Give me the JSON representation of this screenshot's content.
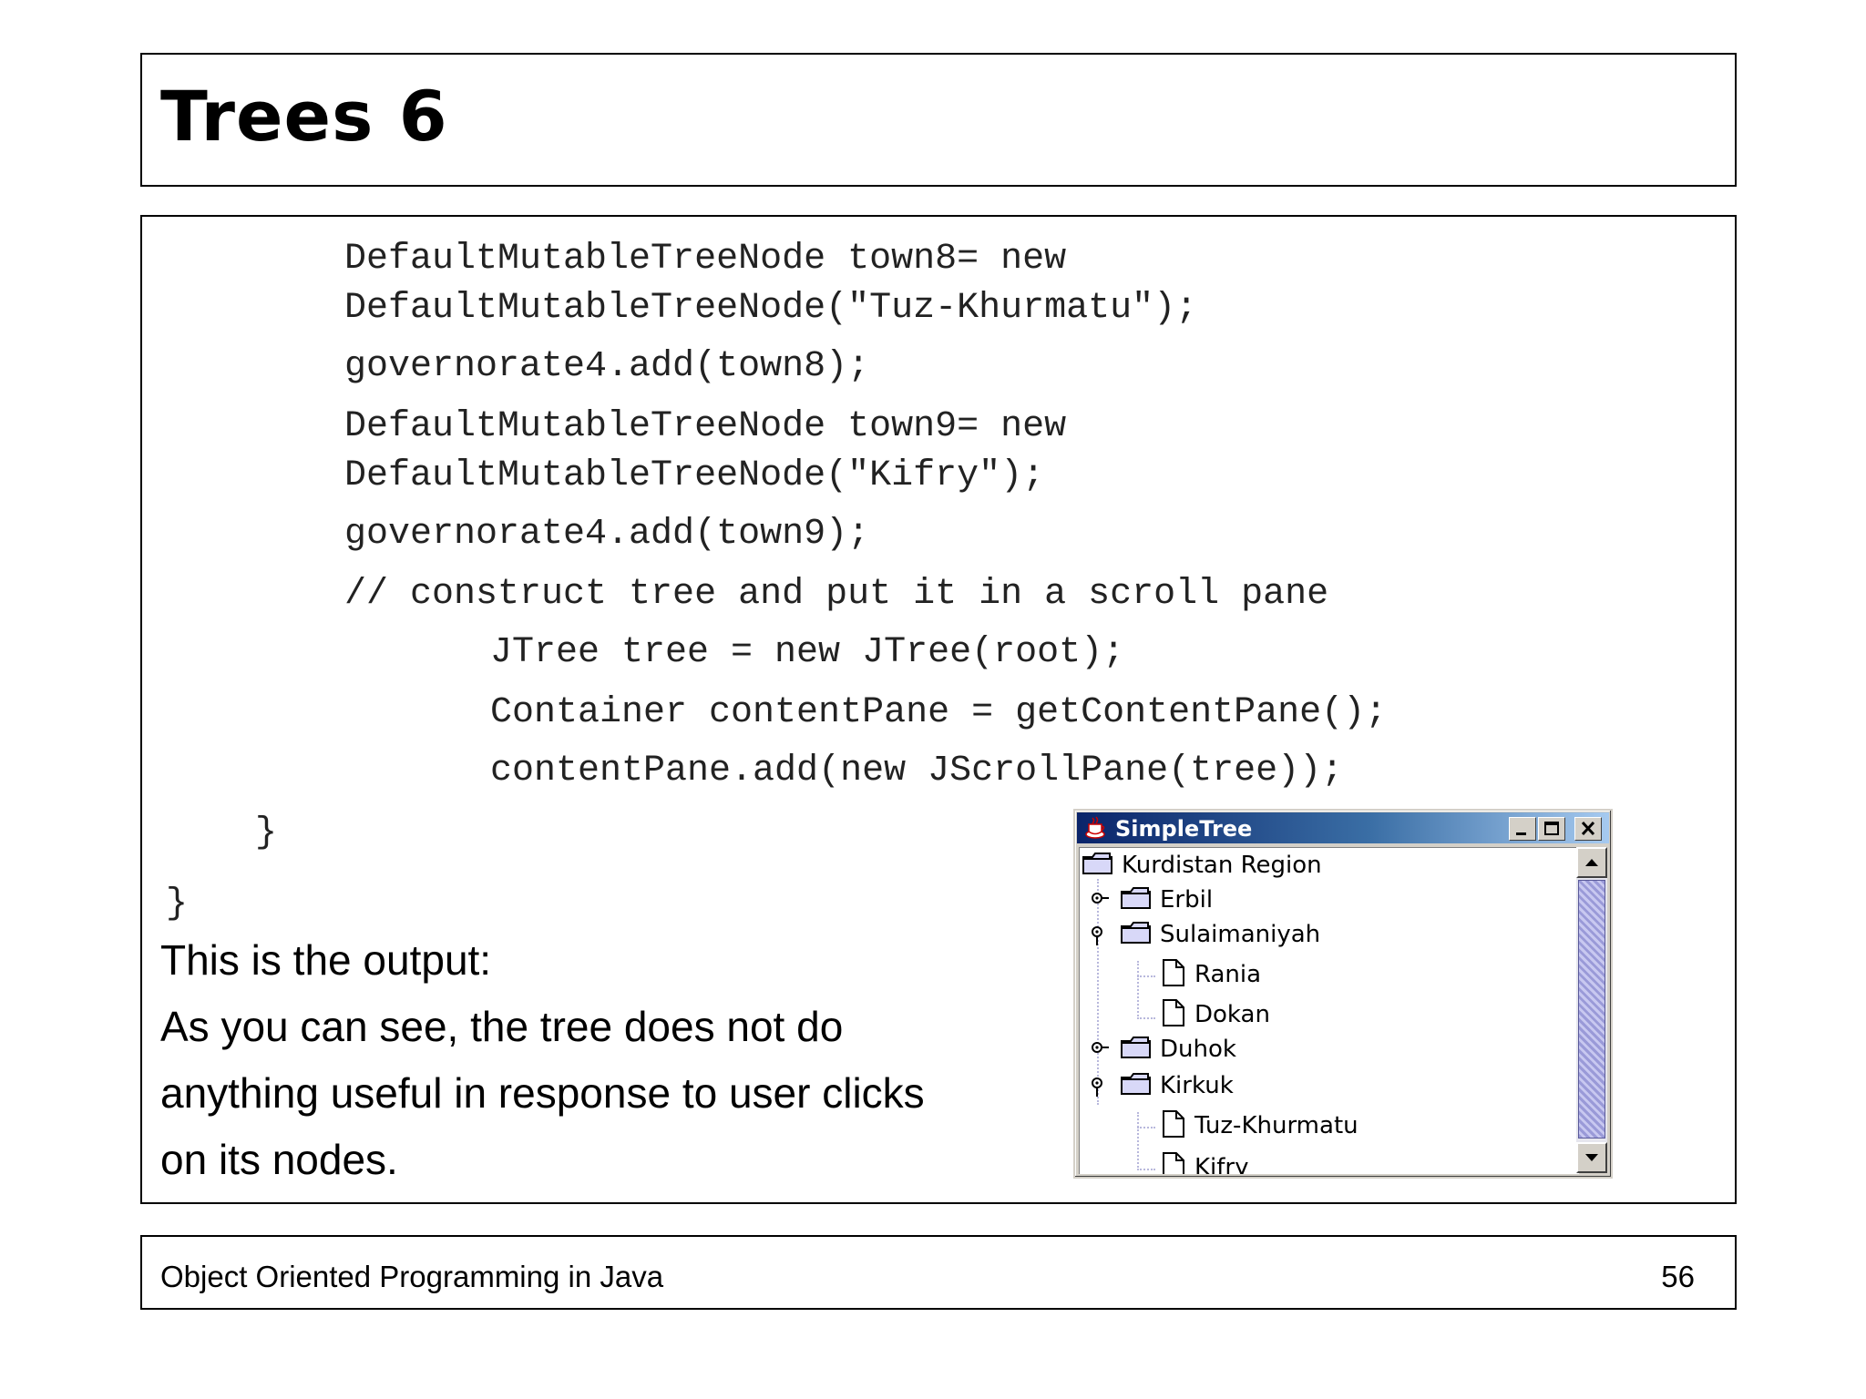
{
  "slide": {
    "title": "Trees 6",
    "code_lines": [
      "DefaultMutableTreeNode town8= new",
      "DefaultMutableTreeNode(\"Tuz-Khurmatu\");",
      "governorate4.add(town8);",
      "DefaultMutableTreeNode town9= new",
      "DefaultMutableTreeNode(\"Kifry\");",
      "governorate4.add(town9);",
      "// construct tree and put it in a scroll pane",
      "JTree tree = new JTree(root);",
      "Container contentPane = getContentPane();",
      "contentPane.add(new JScrollPane(tree));",
      "}",
      "}"
    ],
    "description_lines": [
      "This is the output:",
      "As you can see, the tree does not do",
      "anything useful in response to user clicks",
      "on its nodes."
    ]
  },
  "window": {
    "title": "SimpleTree",
    "icons": [
      "java-cup-icon",
      "minimize-icon",
      "maximize-icon",
      "close-icon"
    ],
    "tree_nodes": [
      {
        "label": "Kurdistan Region",
        "type": "folder",
        "level": 0
      },
      {
        "label": "Erbil",
        "type": "folder",
        "level": 1,
        "state": "collapsed"
      },
      {
        "label": "Sulaimaniyah",
        "type": "folder",
        "level": 1,
        "state": "expanded"
      },
      {
        "label": "Rania",
        "type": "leaf",
        "level": 2
      },
      {
        "label": "Dokan",
        "type": "leaf",
        "level": 2
      },
      {
        "label": "Duhok",
        "type": "folder",
        "level": 1,
        "state": "collapsed"
      },
      {
        "label": "Kirkuk",
        "type": "folder",
        "level": 1,
        "state": "expanded"
      },
      {
        "label": "Tuz-Khurmatu",
        "type": "leaf",
        "level": 2
      },
      {
        "label": "Kifry",
        "type": "leaf",
        "level": 2
      }
    ]
  },
  "footer": {
    "course": "Object Oriented Programming in Java",
    "page_number": "56"
  },
  "colors": {
    "titlebar_start": "#0a246a",
    "titlebar_end": "#a6caf0",
    "folder_fill": "#d8d8f8",
    "scroll_thumb": "#9a9ad8"
  }
}
